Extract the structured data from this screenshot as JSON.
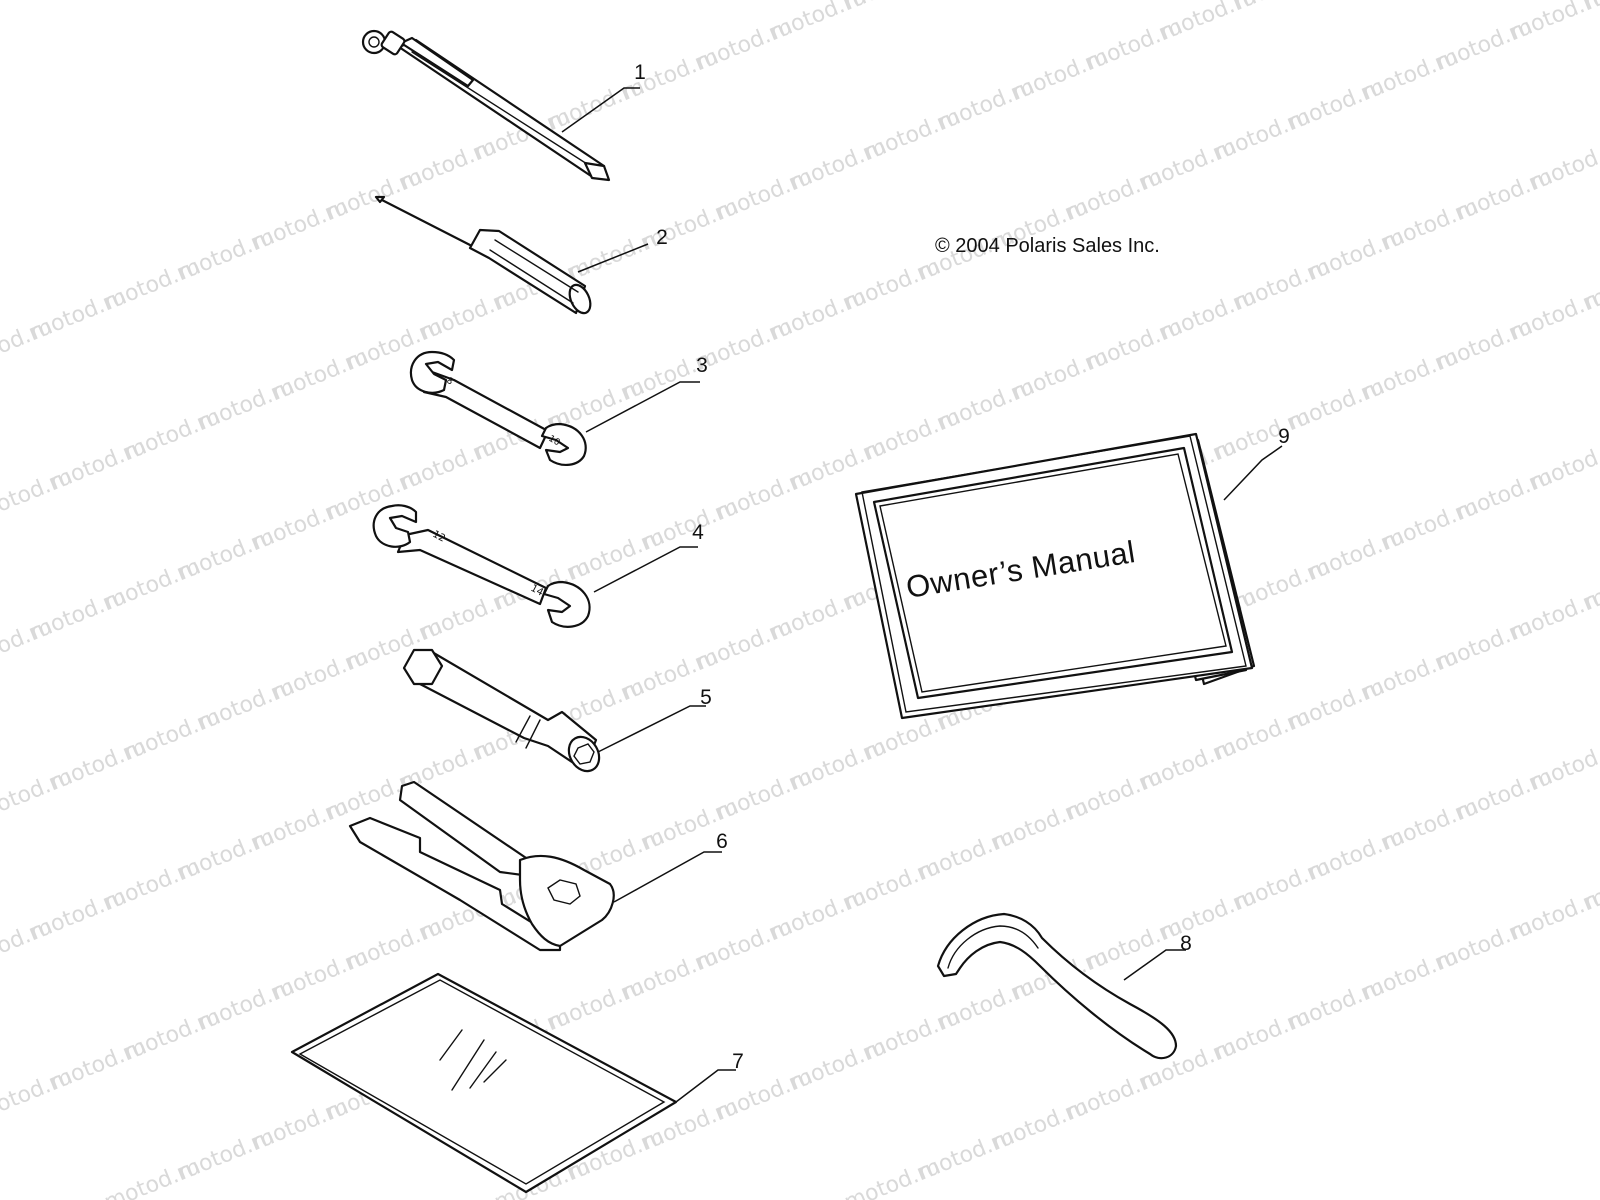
{
  "copyright": "© 2004 Polaris Sales Inc.",
  "watermark": "motod.ru",
  "manual_cover_title": "Owner’s Manual",
  "wrench_markings": {
    "part3_large": "8",
    "part3_small": "10",
    "part4_large": "12",
    "part4_small": "14"
  },
  "parts": [
    {
      "label": "1",
      "icon": "tire-pressure-gauge-icon"
    },
    {
      "label": "2",
      "icon": "screwdriver-icon"
    },
    {
      "label": "3",
      "icon": "open-end-wrench-icon"
    },
    {
      "label": "4",
      "icon": "open-end-wrench-icon"
    },
    {
      "label": "5",
      "icon": "spark-plug-socket-icon"
    },
    {
      "label": "6",
      "icon": "combination-tool-icon"
    },
    {
      "label": "7",
      "icon": "tool-bag-icon"
    },
    {
      "label": "8",
      "icon": "spanner-wrench-icon"
    },
    {
      "label": "9",
      "icon": "owners-manual-icon"
    }
  ],
  "colors": {
    "line": "#111111",
    "watermark": "#d9d9d9",
    "background": "#ffffff"
  }
}
